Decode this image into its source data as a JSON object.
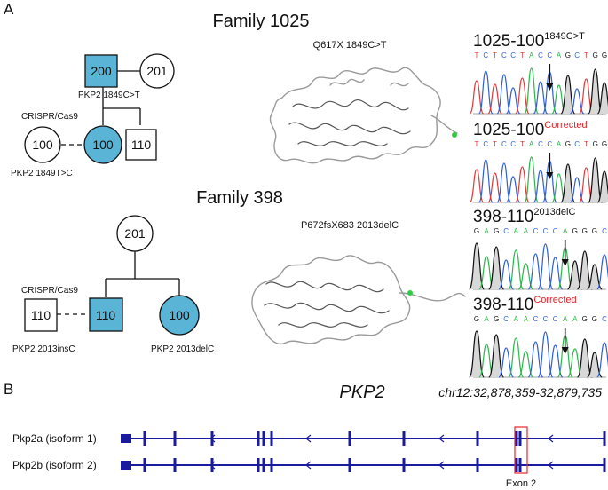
{
  "panel_a": {
    "letter": "A",
    "family1": {
      "title": "Family 1025",
      "ind_200": "200",
      "ind_201": "201",
      "ind_200_label": "PKP2  1849C>T",
      "crispr": "CRISPR/Cas9",
      "ind_100_white": "100",
      "ind_100_white_label": "PKP2  1849T>C",
      "ind_100_blue": "100",
      "ind_110": "110",
      "structure_label": "Q617X  1849C>T",
      "chrom1": {
        "prefix": "1025-100",
        "sup": "1849C>T",
        "seq": [
          "T",
          "C",
          "T",
          "C",
          "C",
          "T",
          "A",
          "C",
          "C",
          "A",
          "G",
          "C",
          "T",
          "G",
          "G"
        ]
      },
      "chrom2": {
        "prefix": "1025-100",
        "sup": "Corrected",
        "seq": [
          "T",
          "C",
          "T",
          "C",
          "C",
          "T",
          "A",
          "C",
          "C",
          "A",
          "G",
          "C",
          "T",
          "G",
          "G"
        ]
      }
    },
    "family2": {
      "title": "Family 398",
      "ind_201": "201",
      "crispr": "CRISPR/Cas9",
      "ind_110_white": "110",
      "ind_110_white_label": "PKP2 2013insC",
      "ind_110_blue": "110",
      "ind_100_blue": "100",
      "ind_100_label": "PKP2 2013delC",
      "structure_label": "P672fsX683 2013delC",
      "chrom1": {
        "prefix": "398-110",
        "sup": "2013delC",
        "seq": [
          "G",
          "A",
          "G",
          "C",
          "A",
          "A",
          "C",
          "C",
          "C",
          "A",
          "G",
          "G",
          "G",
          "C"
        ]
      },
      "chrom2": {
        "prefix": "398-110",
        "sup": "Corrected",
        "seq": [
          "G",
          "A",
          "G",
          "C",
          "A",
          "A",
          "C",
          "C",
          "C",
          "A",
          "A",
          "G",
          "G",
          "C"
        ]
      }
    }
  },
  "panel_b": {
    "letter": "B",
    "gene": "PKP2",
    "coords": "chr12:32,878,359-32,879,735",
    "isoform1": "Pkp2a (isoform 1)",
    "isoform2": "Pkp2b (isoform 2)",
    "exon_label": "Exon 2"
  },
  "colors": {
    "affected": "#5ab4d6",
    "gene_track": "#1a1a9e",
    "highlight": "#e8242b",
    "base_A": "#2db84d",
    "base_C": "#3060d8",
    "base_G": "#111111",
    "base_T": "#e23a3a"
  }
}
